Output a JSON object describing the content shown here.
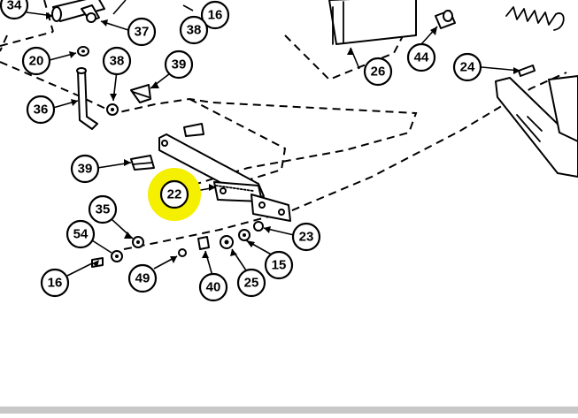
{
  "diagram": {
    "highlight_color": "#f5ef00",
    "callouts": [
      {
        "id": "c34",
        "label": "34"
      },
      {
        "id": "c16a",
        "label": "16"
      },
      {
        "id": "c37",
        "label": "37"
      },
      {
        "id": "c38a",
        "label": "38"
      },
      {
        "id": "c20",
        "label": "20"
      },
      {
        "id": "c38b",
        "label": "38"
      },
      {
        "id": "c39a",
        "label": "39"
      },
      {
        "id": "c36",
        "label": "36"
      },
      {
        "id": "c26",
        "label": "26"
      },
      {
        "id": "c44",
        "label": "44"
      },
      {
        "id": "c24",
        "label": "24"
      },
      {
        "id": "c39b",
        "label": "39"
      },
      {
        "id": "c22",
        "label": "22",
        "highlighted": true
      },
      {
        "id": "c35",
        "label": "35"
      },
      {
        "id": "c54",
        "label": "54"
      },
      {
        "id": "c23",
        "label": "23"
      },
      {
        "id": "c15",
        "label": "15"
      },
      {
        "id": "c25",
        "label": "25"
      },
      {
        "id": "c40",
        "label": "40"
      },
      {
        "id": "c49",
        "label": "49"
      },
      {
        "id": "c16b",
        "label": "16"
      }
    ]
  }
}
